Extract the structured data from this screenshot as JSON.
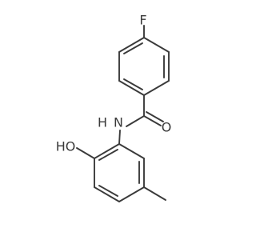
{
  "colors": {
    "bond": "#3a3a3a",
    "carbon": "#3a3a3a",
    "fluorine": "#3a3a3a",
    "oxygen": "#3a3a3a",
    "nitrogen": "#3a3a3a",
    "background": "#ffffff"
  },
  "molecule": {
    "labels": {
      "fluorine": "F",
      "carbonyl_oxygen": "O",
      "amide_nitrogen": "N",
      "amide_hydrogen": "H",
      "hydroxyl": "HO"
    }
  }
}
